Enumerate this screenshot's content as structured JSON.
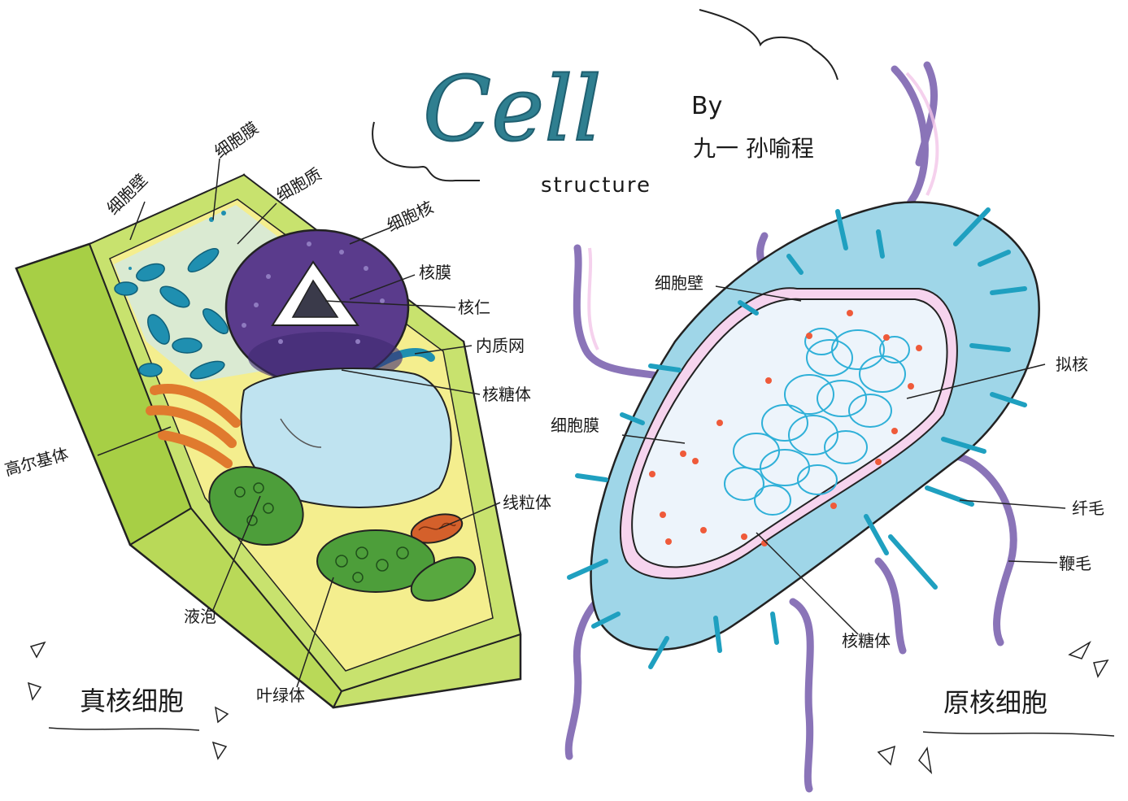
{
  "title": {
    "main": "Cell",
    "subtitle": "structure",
    "by": "By",
    "author": "九一 孙喻程"
  },
  "eukaryote": {
    "section_label": "真核细胞",
    "labels": {
      "cell_wall": "细胞壁",
      "cell_membrane": "细胞膜",
      "cytoplasm": "细胞质",
      "nucleus": "细胞核",
      "nuclear_membrane": "核膜",
      "nucleolus": "核仁",
      "er": "内质网",
      "ribosome": "核糖体",
      "golgi": "高尔基体",
      "mitochondria": "线粒体",
      "vacuole": "液泡",
      "chloroplast": "叶绿体"
    }
  },
  "prokaryote": {
    "section_label": "原核细胞",
    "labels": {
      "cell_wall": "细胞壁",
      "nucleoid": "拟核",
      "cell_membrane": "细胞膜",
      "pili": "纤毛",
      "flagella": "鞭毛",
      "ribosome": "核糖体"
    }
  },
  "colors": {
    "title_teal": "#2f7f90",
    "cell_wall_green": "#b5d84a",
    "cytoplasm_yellow": "#f4ee8e",
    "nucleus_purple": "#5a3b8c",
    "er_blue": "#1f8fb0",
    "vacuole_blue": "#bfe3f0",
    "golgi_orange": "#e07a2e",
    "chloroplast_green": "#4d9e3a",
    "flagella_purple": "#8a74b8",
    "prokaryote_blue": "#9fd6e8",
    "ribosome_red": "#ef5a3a"
  }
}
